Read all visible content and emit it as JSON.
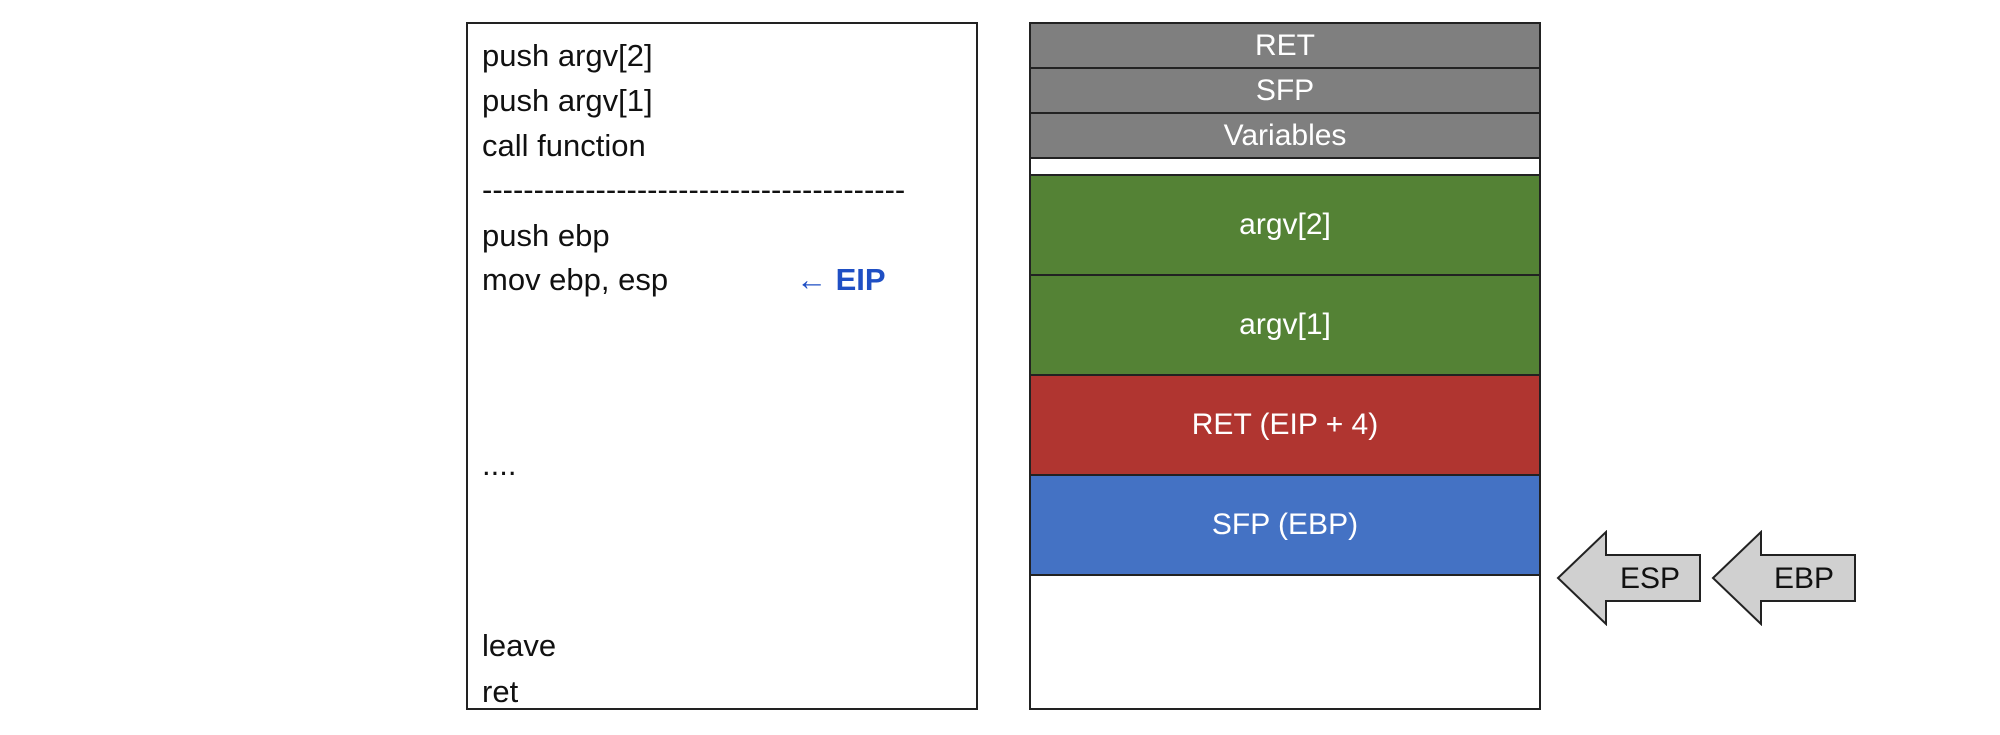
{
  "code": {
    "lines": [
      "push argv[2]",
      "push argv[1]",
      "call function",
      "-----------------------------------------",
      "push ebp",
      "mov ebp, esp",
      "....",
      "leave",
      "ret"
    ],
    "eip_label": "← EIP",
    "eip_color": "#1f4fc4"
  },
  "stack": {
    "cells": [
      {
        "label": "RET",
        "color": "#7f7f7f"
      },
      {
        "label": "SFP",
        "color": "#7f7f7f"
      },
      {
        "label": "Variables",
        "color": "#7f7f7f"
      },
      {
        "label": "argv[2]",
        "color": "#548235"
      },
      {
        "label": "argv[1]",
        "color": "#548235"
      },
      {
        "label": "RET (EIP + 4)",
        "color": "#b03530"
      },
      {
        "label": "SFP (EBP)",
        "color": "#4472c4"
      }
    ]
  },
  "pointers": {
    "esp": "ESP",
    "ebp": "EBP",
    "arrow_color": "#d0d0d0"
  }
}
